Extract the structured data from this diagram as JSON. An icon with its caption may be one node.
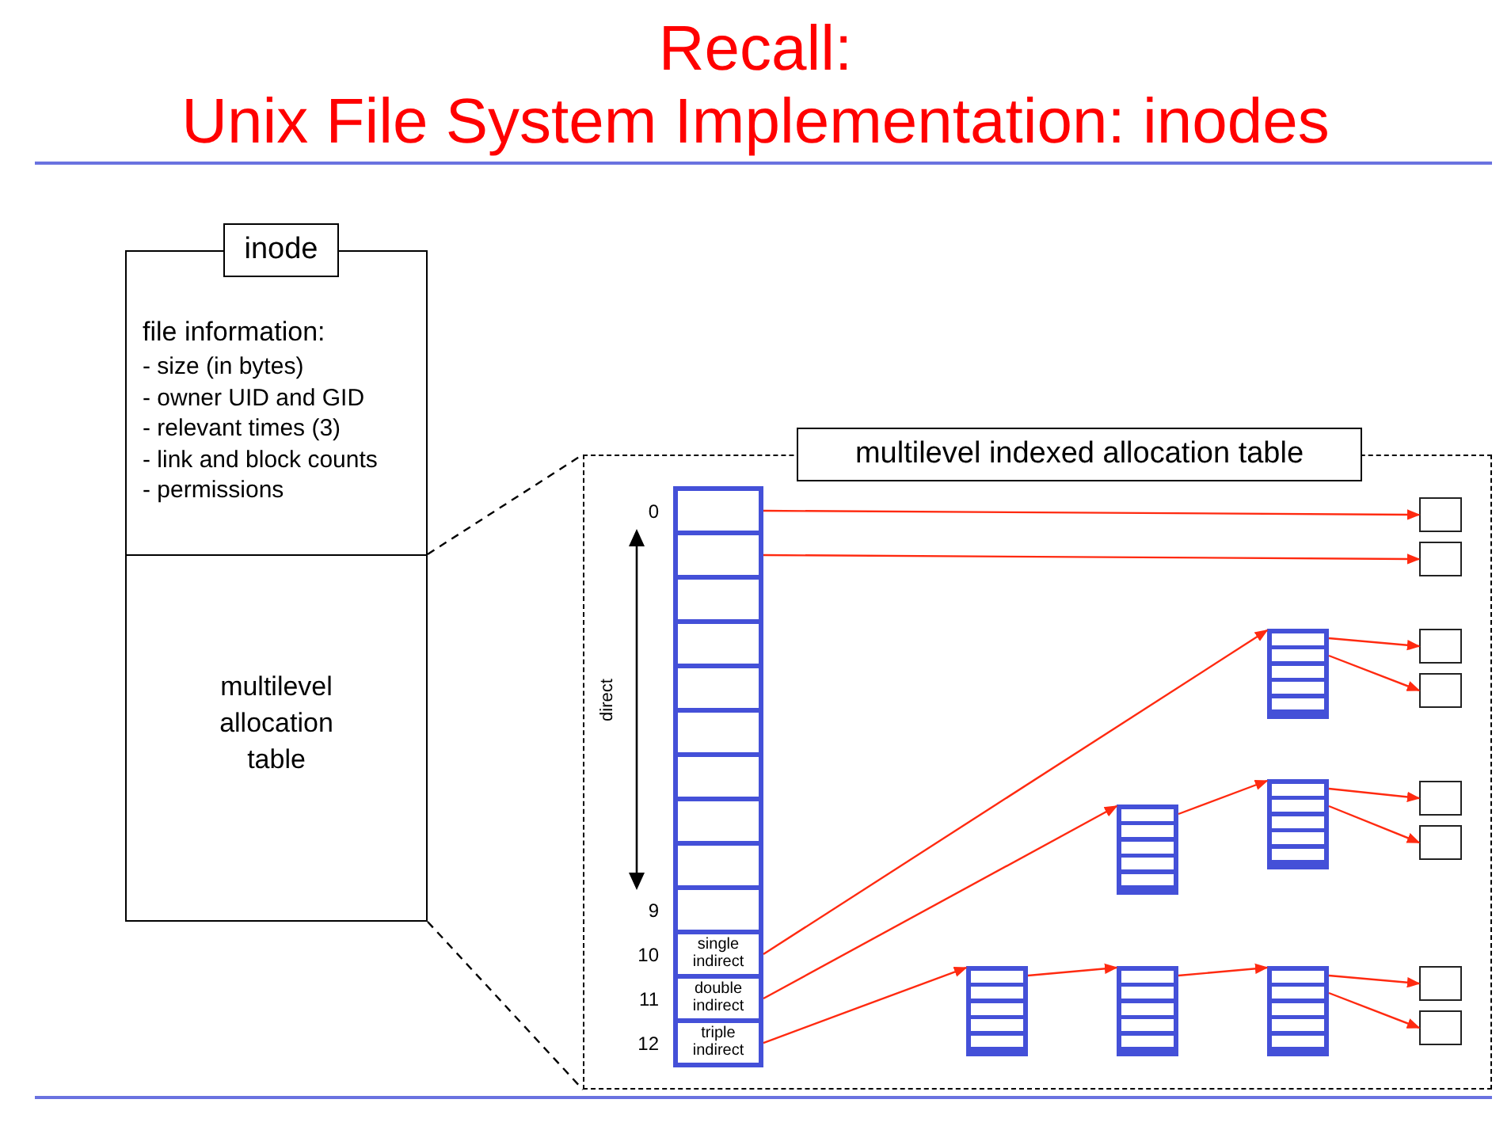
{
  "diagram": {
    "title": "Recall: Unix File System Implementation: inodes",
    "nodes": [
      {
        "text": [
          "inode"
        ]
      },
      {
        "text": [
          "file information:",
          "- size (in bytes)",
          "- owner UID and GID",
          "- relevant times (3)",
          "- link and block counts",
          "- permissions"
        ],
        "in": 0
      },
      {
        "text": [
          "multilevel allocation table"
        ],
        "in": 0
      },
      {
        "text": [
          "multilevel indexed allocation table"
        ]
      },
      {
        "text": [],
        "shape": "box",
        "in": 3,
        "beside": [
          "0"
        ]
      },
      {
        "text": [],
        "shape": "box",
        "in": 3
      },
      {
        "text": [],
        "shape": "box",
        "in": 3
      },
      {
        "text": [],
        "shape": "box",
        "in": 3
      },
      {
        "text": [],
        "shape": "box",
        "in": 3
      },
      {
        "text": [],
        "shape": "box",
        "in": 3
      },
      {
        "text": [],
        "shape": "box",
        "in": 3
      },
      {
        "text": [],
        "shape": "box",
        "in": 3
      },
      {
        "text": [],
        "shape": "box",
        "in": 3
      },
      {
        "text": [],
        "shape": "box",
        "in": 3,
        "beside": [
          "9"
        ]
      },
      {
        "text": [
          "single indirect"
        ],
        "in": 3,
        "beside": [
          "10"
        ]
      },
      {
        "text": [
          "double indirect"
        ],
        "in": 3,
        "beside": [
          "11"
        ]
      },
      {
        "text": [
          "triple indirect"
        ],
        "in": 3,
        "beside": [
          "12"
        ]
      },
      {
        "text": [],
        "shape": "box",
        "in": 3
      },
      {
        "text": [],
        "shape": "box",
        "in": 3
      },
      {
        "text": [],
        "shape": "box",
        "in": 3
      },
      {
        "text": [],
        "shape": "box",
        "in": 3
      },
      {
        "text": [],
        "shape": "box",
        "in": 3
      },
      {
        "text": [],
        "shape": "box",
        "in": 3
      },
      {
        "text": [],
        "shape": "box",
        "in": 3
      },
      {
        "text": [],
        "shape": "box",
        "in": 3
      },
      {
        "text": [],
        "shape": "box",
        "in": 3
      },
      {
        "text": [],
        "shape": "box",
        "in": 3
      },
      {
        "text": [],
        "shape": "box",
        "in": 3
      },
      {
        "text": [],
        "shape": "box",
        "in": 3
      },
      {
        "text": [],
        "shape": "box",
        "in": 3
      },
      {
        "text": [],
        "shape": "box",
        "in": 3
      }
    ],
    "edges": [
      {
        "from": 2,
        "to": 3,
        "arrow": "none",
        "style": "dashed",
        "color": "#000000"
      },
      {
        "from": 2,
        "to": 3,
        "arrow": "none",
        "style": "dashed",
        "color": "#000000"
      },
      {
        "from": 4,
        "to": 17,
        "arrow": "to"
      },
      {
        "from": 5,
        "to": 18,
        "arrow": "to"
      },
      {
        "from": 14,
        "to": 19,
        "arrow": "to"
      },
      {
        "from": 19,
        "to": 20,
        "arrow": "to"
      },
      {
        "from": 19,
        "to": 21,
        "arrow": "to"
      },
      {
        "from": 15,
        "to": 22,
        "arrow": "to"
      },
      {
        "from": 22,
        "to": 23,
        "arrow": "to"
      },
      {
        "from": 23,
        "to": 24,
        "arrow": "to"
      },
      {
        "from": 23,
        "to": 25,
        "arrow": "to"
      },
      {
        "from": 16,
        "to": 26,
        "arrow": "to"
      },
      {
        "from": 26,
        "to": 27,
        "arrow": "to"
      },
      {
        "from": 27,
        "to": 28,
        "arrow": "to"
      },
      {
        "from": 28,
        "to": 29,
        "arrow": "to"
      },
      {
        "from": 28,
        "to": 30,
        "arrow": "to"
      }
    ],
    "labels": [
      "direct"
    ]
  }
}
